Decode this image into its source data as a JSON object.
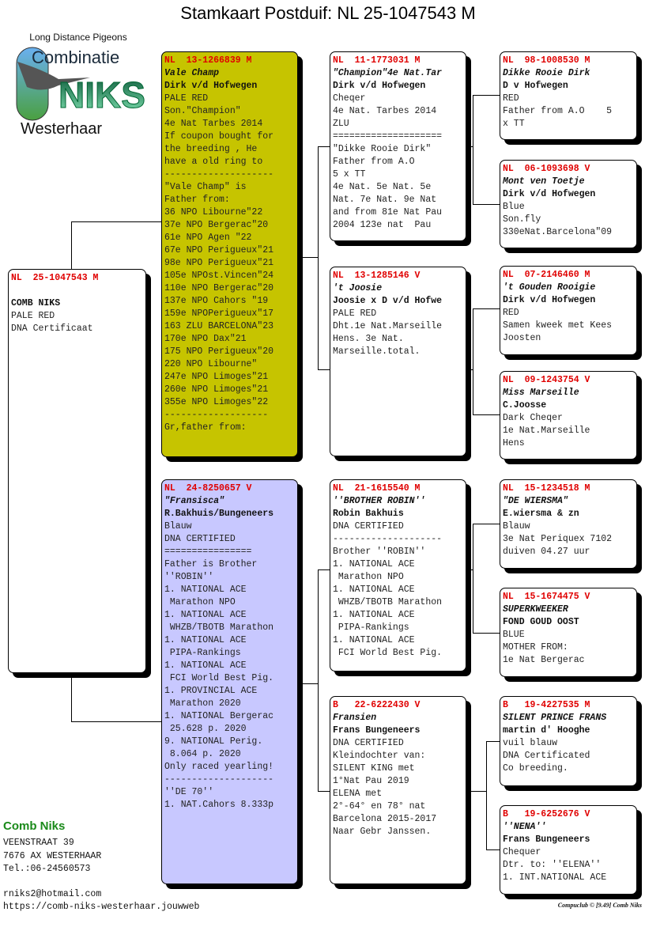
{
  "title": "Stamkaart Postduif: NL  25-1047543 M",
  "logo": {
    "tagline": "Long Distance Pigeons",
    "line1": "Combinatie",
    "line2": "NIKS",
    "line3": "Westerhaar"
  },
  "pigeons": {
    "main": {
      "ring": "NL  25-1047543 M",
      "name": "",
      "owner": "COMB NIKS",
      "lines": [
        "PALE RED",
        "DNA Certificaat"
      ]
    },
    "sire": {
      "ring": "NL  13-1266839 M",
      "name": "Vale Champ",
      "owner": "Dirk v/d Hofwegen",
      "lines": [
        "PALE RED",
        "Son.\"Champion\"",
        "4e Nat Tarbes 2014",
        "If coupon bought for",
        "the breeding , He",
        "have a old ring to",
        "--------------------",
        "\"Vale Champ\" is",
        "Father from:",
        "36 NPO Libourne\"22",
        "37e NPO Bergerac\"20",
        "61e NPO Agen \"22",
        "67e NPO Perigueux\"21",
        "98e NPO Perigueux\"21",
        "105e NPOst.Vincen\"24",
        "110e NPO Bergerac\"20",
        "137e NPO Cahors \"19",
        "159e NPOPerigueux\"17",
        "163 ZLU BARCELONA\"23",
        "170e NPO Dax\"21",
        "175 NPO Perigueux\"20",
        "220 NPO Libourne\"",
        "247e NPO Limoges\"21",
        "260e NPO Limoges\"21",
        "355e NPO Limoges\"22",
        "-------------------",
        "Gr,father from:"
      ]
    },
    "dam": {
      "ring": "NL  24-8250657 V",
      "name": "\"Fransisca\"",
      "owner": "R.Bakhuis/Bungeneers",
      "lines": [
        "Blauw",
        "DNA CERTIFIED",
        "================",
        "Father is Brother",
        "''ROBIN''",
        "1. NATIONAL ACE",
        " Marathon NPO",
        "1. NATIONAL ACE",
        " WHZB/TBOTB Marathon",
        "1. NATIONAL ACE",
        " PIPA-Rankings",
        "1. NATIONAL ACE",
        " FCI World Best Pig.",
        "1. PROVINCIAL ACE",
        " Marathon 2020",
        "1. NATIONAL Bergerac",
        " 25.628 p. 2020",
        "9. NATIONAL Perig.",
        " 8.064 p. 2020",
        "Only raced yearling!",
        "--------------------",
        "''DE 70''",
        "1. NAT.Cahors 8.333p"
      ]
    },
    "ss": {
      "ring": "NL  11-1773031 M",
      "name": "\"Champion\"4e Nat.Tar",
      "owner": "Dirk v/d Hofwegen",
      "lines": [
        "Cheqer",
        "4e Nat. Tarbes 2014",
        "ZLU",
        "====================",
        "\"Dikke Rooie Dirk\"",
        "Father from A.O",
        "5 x TT",
        "4e Nat. 5e Nat. 5e",
        "Nat. 7e Nat. 9e Nat",
        "and from 81e Nat Pau",
        "2004 123e nat  Pau"
      ]
    },
    "sd": {
      "ring": "NL  13-1285146 V",
      "name": "'t Joosie",
      "owner": "Joosie x D v/d Hofwe",
      "lines": [
        "PALE RED",
        "Dht.1e Nat.Marseille",
        "Hens. 3e Nat.",
        "Marseille.total."
      ]
    },
    "ds": {
      "ring": "NL  21-1615540 M",
      "name": "''BROTHER ROBIN''",
      "owner": "Robin Bakhuis",
      "lines": [
        "DNA CERTIFIED",
        "--------------------",
        "Brother ''ROBIN''",
        "1. NATIONAL ACE",
        " Marathon NPO",
        "1. NATIONAL ACE",
        " WHZB/TBOTB Marathon",
        "1. NATIONAL ACE",
        " PIPA-Rankings",
        "1. NATIONAL ACE",
        " FCI World Best Pig."
      ]
    },
    "dd": {
      "ring": "B   22-6222430 V",
      "name": "Fransien",
      "owner": "Frans Bungeneers",
      "lines": [
        "DNA CERTIFIED",
        "Kleindochter van:",
        "SILENT KING met",
        "1°Nat Pau 2019",
        "ELENA met",
        "2°-64° en 78° nat",
        "Barcelona 2015-2017",
        "Naar Gebr Janssen."
      ]
    },
    "sss": {
      "ring": "NL  98-1008530 M",
      "name": "Dikke Rooie Dirk",
      "owner": "D v Hofwegen",
      "lines": [
        "RED",
        "Father from A.O    5",
        "x TT"
      ]
    },
    "ssd": {
      "ring": "NL  06-1093698 V",
      "name": "Mont ven Toetje",
      "owner": "Dirk v/d Hofwegen",
      "lines": [
        "Blue",
        "Son.fly",
        "330eNat.Barcelona\"09"
      ]
    },
    "sds": {
      "ring": "NL  07-2146460 M",
      "name": "'t Gouden Rooigie",
      "owner": "Dirk v/d Hofwegen",
      "lines": [
        "RED",
        "Samen kweek met Kees",
        "Joosten"
      ]
    },
    "sdd": {
      "ring": "NL  09-1243754 V",
      "name": "Miss Marseille",
      "owner": "C.Joosse",
      "lines": [
        "Dark Cheqer",
        "1e Nat.Marseille",
        "Hens"
      ]
    },
    "dss": {
      "ring": "NL  15-1234518 M",
      "name": "\"DE WIERSMA\"",
      "owner": "E.wiersma & zn",
      "lines": [
        "Blauw",
        "3e Nat Periquex 7102",
        "duiven 04.27 uur"
      ]
    },
    "dsd": {
      "ring": "NL  15-1674475 V",
      "name": "SUPERKWEEKER",
      "owner": "FOND GOUD OOST",
      "lines": [
        "BLUE",
        "MOTHER FROM:",
        "1e Nat Bergerac"
      ]
    },
    "dds": {
      "ring": "B   19-4227535 M",
      "name": "SILENT PRINCE FRANS",
      "owner": "martin d' Hooghe",
      "lines": [
        "vuil blauw",
        "DNA Certificated",
        "Co breeding."
      ]
    },
    "ddd": {
      "ring": "B   19-6252676 V",
      "name": "''NENA''",
      "owner": "Frans Bungeneers",
      "lines": [
        "Chequer",
        "Dtr. to: ''ELENA''",
        "1. INT.NATIONAL ACE"
      ]
    }
  },
  "footer": {
    "name": "Comb Niks",
    "street": "VEENSTRAAT 39",
    "city": "7676 AX  WESTERHAAR",
    "phone": "Tel.:06-24560573",
    "email": "rniks2@hotmail.com",
    "website": "https://comb-niks-westerhaar.jouwweb",
    "credit": "Compuclub © [9.49]  Comb Niks"
  },
  "colors": {
    "sire_bg": "#c6c400",
    "dam_bg": "#c8c8ff",
    "ring": "#e00000",
    "footer_name": "#1a8a1a"
  }
}
